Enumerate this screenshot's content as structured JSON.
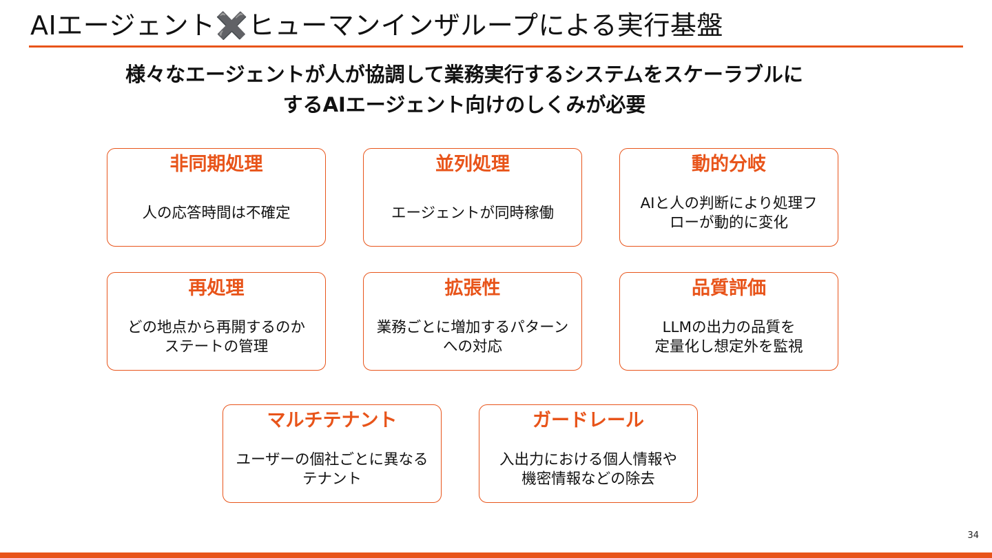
{
  "slide": {
    "title": "AIエージェント✖️ヒューマンインザループによる実行基盤",
    "subtitle_line1": "様々なエージェントが人が協調して業務実行するシステムをスケーラブルに",
    "subtitle_line2": "するAIエージェント向けのしくみが必要",
    "page_number": "34"
  },
  "colors": {
    "accent": "#e8541a",
    "text": "#111111",
    "background": "#ffffff"
  },
  "cards": [
    {
      "title": "非同期処理",
      "desc_line1": "人の応答時間は不確定",
      "desc_line2": ""
    },
    {
      "title": "並列処理",
      "desc_line1": "エージェントが同時稼働",
      "desc_line2": ""
    },
    {
      "title": "動的分岐",
      "desc_line1": "AIと人の判断により処理フ",
      "desc_line2": "ローが動的に変化"
    },
    {
      "title": "再処理",
      "desc_line1": "どの地点から再開するのか",
      "desc_line2": "ステートの管理"
    },
    {
      "title": "拡張性",
      "desc_line1": "業務ごとに増加するパターン",
      "desc_line2": "への対応"
    },
    {
      "title": "品質評価",
      "desc_line1": "LLMの出力の品質を",
      "desc_line2": "定量化し想定外を監視"
    },
    {
      "title": "マルチテナント",
      "desc_line1": "ユーザーの個社ごとに異なる",
      "desc_line2": "テナント"
    },
    {
      "title": "ガードレール",
      "desc_line1": "入出力における個人情報や",
      "desc_line2": "機密情報などの除去"
    }
  ]
}
